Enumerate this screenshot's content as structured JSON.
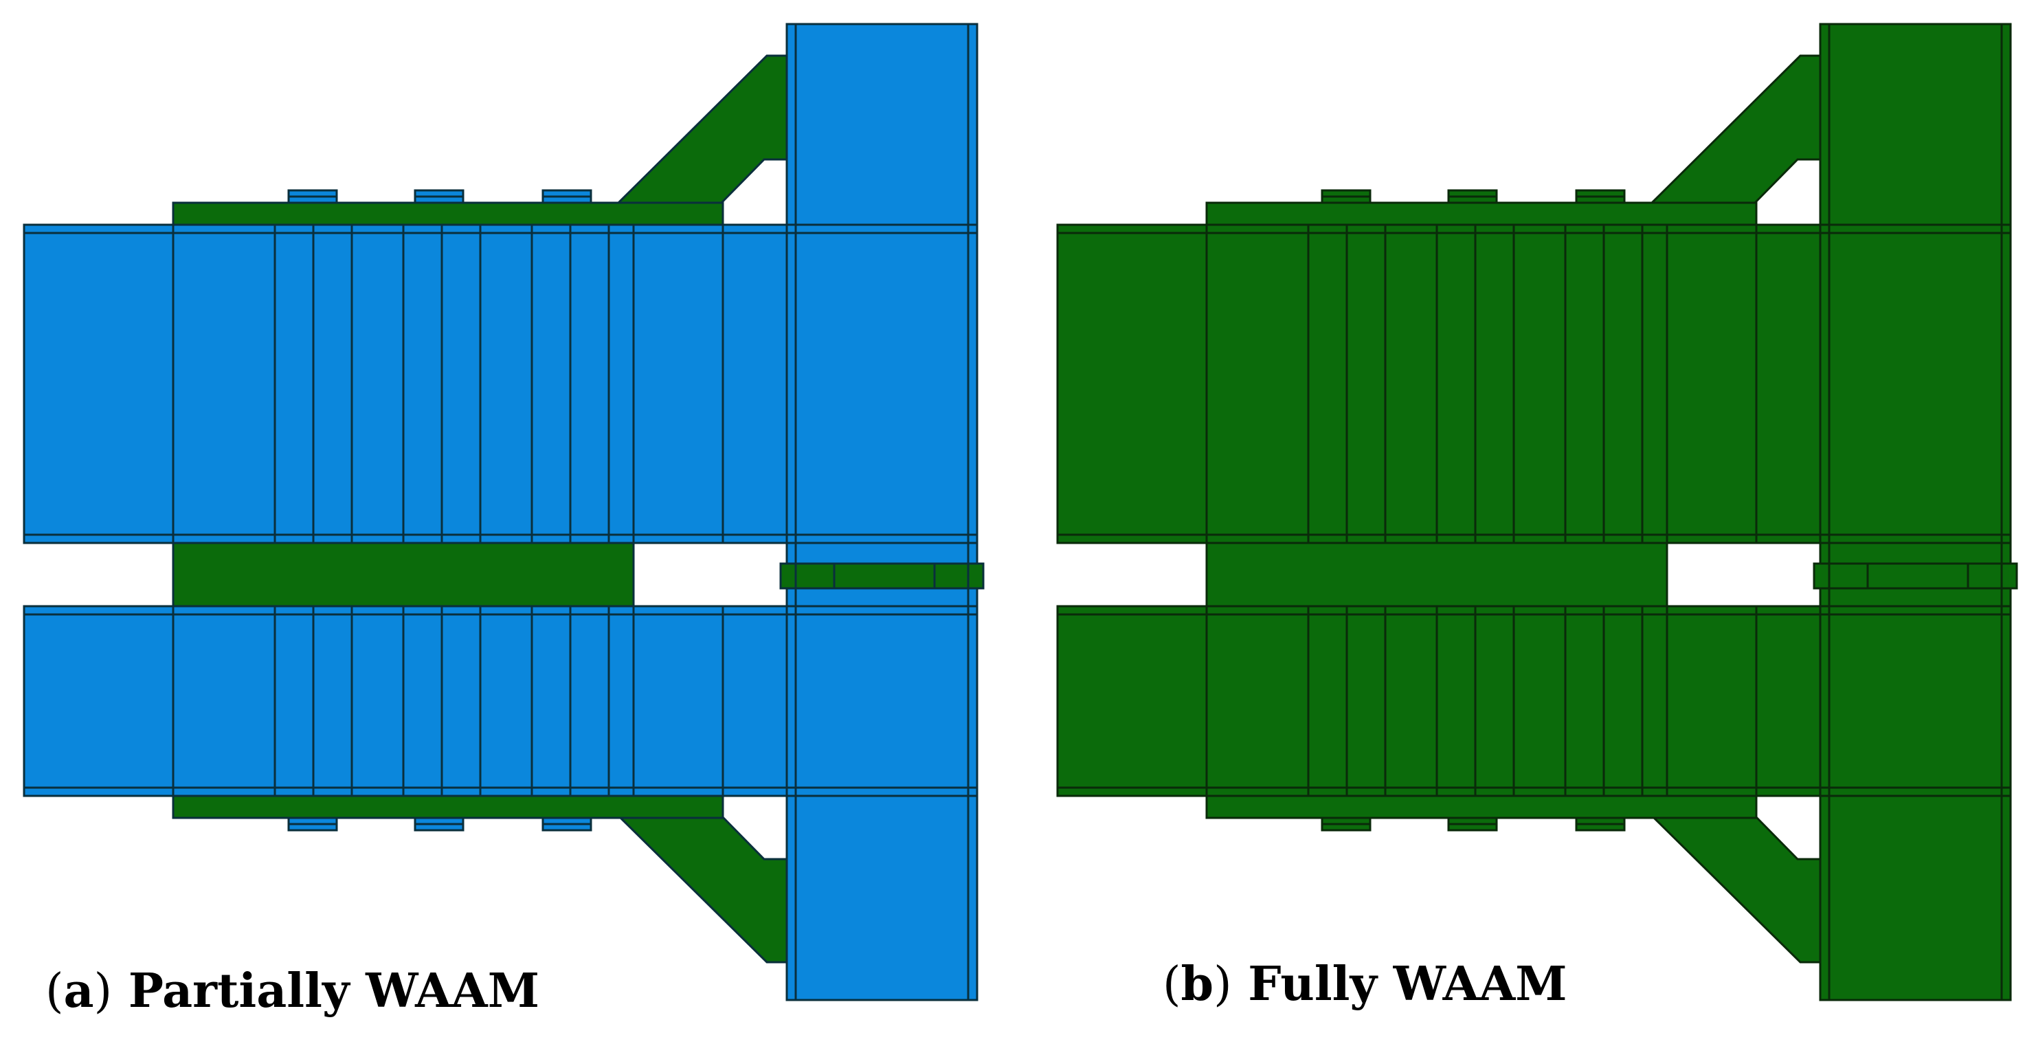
{
  "panels": [
    {
      "key": "a",
      "caption_open": "(",
      "caption_letter": "a",
      "caption_close": ")",
      "caption_text": "Partially WAAM",
      "beam_color": "#0b87dc",
      "column_color": "#0b87dc",
      "connection_color": "#0b6b0b",
      "outline_color": "#0a2f3c"
    },
    {
      "key": "b",
      "caption_open": "(",
      "caption_letter": "b",
      "caption_close": ")",
      "caption_text": "Fully WAAM",
      "beam_color": "#0b6b0b",
      "column_color": "#0b6b0b",
      "connection_color": "#0b6b0b",
      "outline_color": "#0a2a0a"
    }
  ]
}
